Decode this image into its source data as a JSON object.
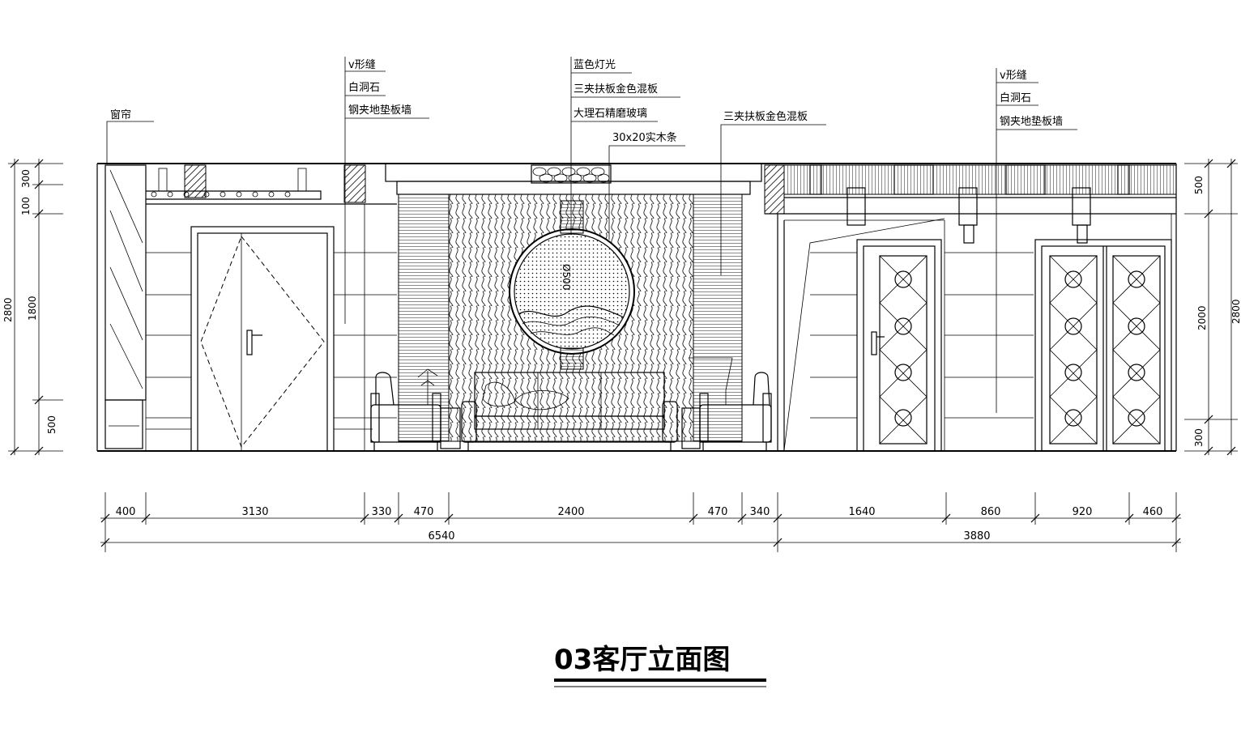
{
  "title": "03客厅立面图",
  "annotations": {
    "left_window": "窗帘",
    "left_group": [
      "v形缝",
      "白洞石",
      "钢夹地垫板墙"
    ],
    "center_group": [
      "蓝色灯光",
      "三夹扶板金色混板",
      "大理石精磨玻璃",
      "30x20实木条"
    ],
    "center_right": "三夹扶板金色混板",
    "right_group": [
      "v形缝",
      "白洞石",
      "钢夹地垫板墙"
    ],
    "circle_label": "Ø500"
  },
  "left_dims": [
    "300",
    "100",
    "2800",
    "1800",
    "500"
  ],
  "right_dims": [
    "500",
    "2800",
    "2000",
    "300"
  ],
  "bottom_dims": [
    "400",
    "3130",
    "330",
    "470",
    "2400",
    "470",
    "340",
    "1640",
    "860",
    "920",
    "460"
  ],
  "total_dims": [
    "6540",
    "3880"
  ]
}
